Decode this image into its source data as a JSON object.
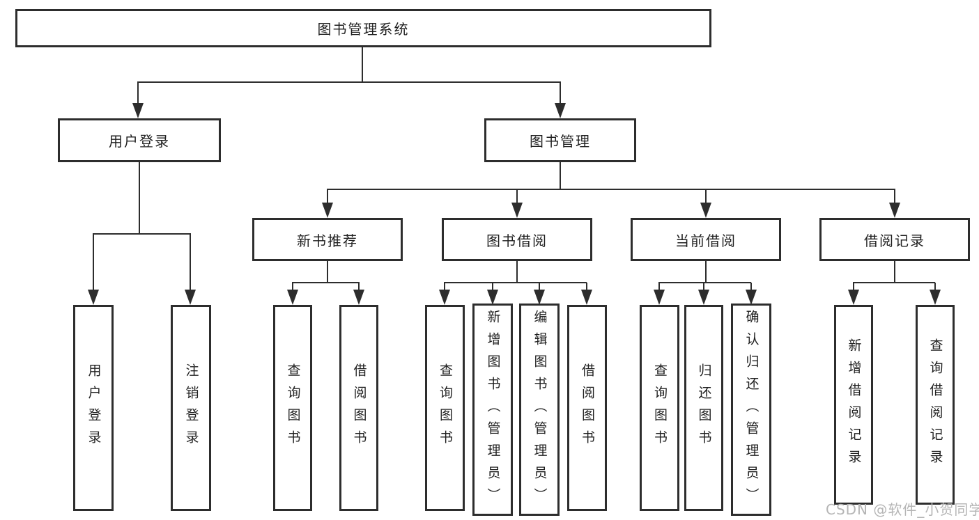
{
  "colors": {
    "line": "#2d2d2d",
    "text": "#1f1f1f",
    "watermark": "#b5b5b5",
    "background": "#ffffff"
  },
  "watermark": {
    "text": "CSDN @软件_小贺同学"
  },
  "diagram": {
    "type": "hierarchy-tree",
    "root": {
      "label": "图书管理系统",
      "children": [
        {
          "label": "用户登录",
          "children": [
            {
              "label": "用户登录"
            },
            {
              "label": "注销登录"
            }
          ]
        },
        {
          "label": "图书管理",
          "children": [
            {
              "label": "新书推荐",
              "children": [
                {
                  "label": "查询图书"
                },
                {
                  "label": "借阅图书"
                }
              ]
            },
            {
              "label": "图书借阅",
              "children": [
                {
                  "label": "查询图书"
                },
                {
                  "label": "新增图书（管理员）"
                },
                {
                  "label": "编辑图书（管理员）"
                },
                {
                  "label": "借阅图书"
                }
              ]
            },
            {
              "label": "当前借阅",
              "children": [
                {
                  "label": "查询图书"
                },
                {
                  "label": "归还图书"
                },
                {
                  "label": "确认归还（管理员）"
                }
              ]
            },
            {
              "label": "借阅记录",
              "children": [
                {
                  "label": "新增借阅记录"
                },
                {
                  "label": "查询借阅记录"
                }
              ]
            }
          ]
        }
      ]
    }
  }
}
